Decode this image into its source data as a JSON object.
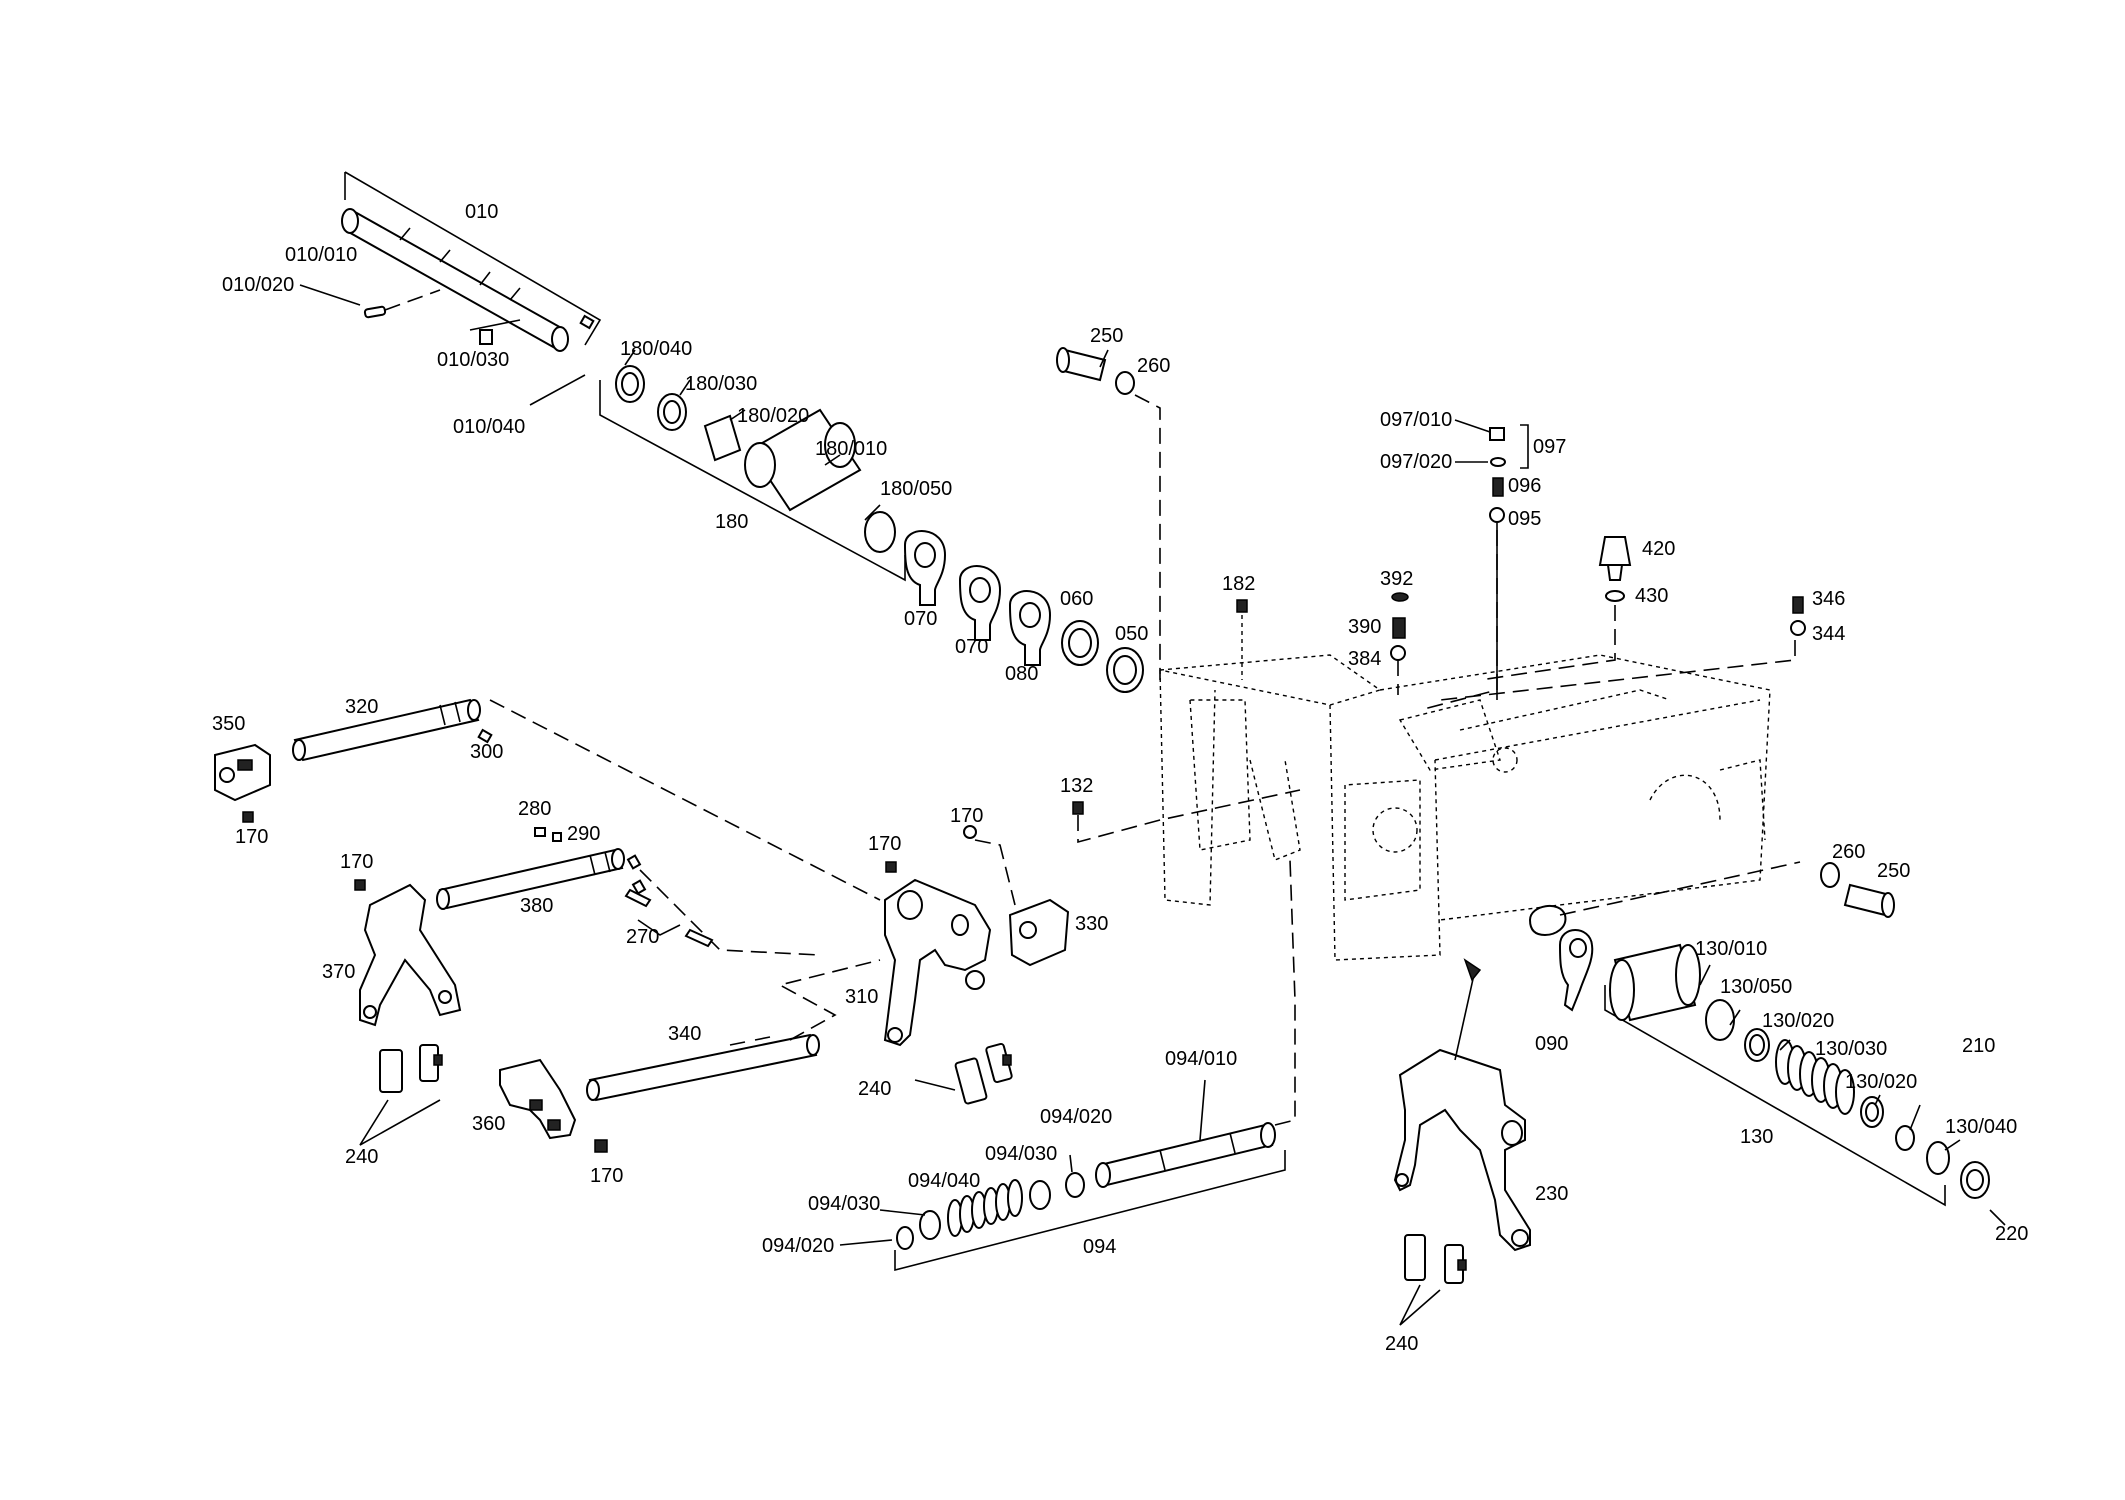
{
  "labels": {
    "l010": "010",
    "l010_010": "010/010",
    "l010_020": "010/020",
    "l010_030": "010/030",
    "l010_040": "010/040",
    "l180_040": "180/040",
    "l180_030": "180/030",
    "l180_020": "180/020",
    "l180_010": "180/010",
    "l180_050": "180/050",
    "l180": "180",
    "l070a": "070",
    "l070b": "070",
    "l080": "080",
    "l060": "060",
    "l050": "050",
    "l250a": "250",
    "l260a": "260",
    "l097_010": "097/010",
    "l097_020": "097/020",
    "l097": "097",
    "l096": "096",
    "l095": "095",
    "l420": "420",
    "l430": "430",
    "l346": "346",
    "l344": "344",
    "l182": "182",
    "l392": "392",
    "l390": "390",
    "l384": "384",
    "l132": "132",
    "l350": "350",
    "l320": "320",
    "l300": "300",
    "l170a": "170",
    "l280": "280",
    "l290": "290",
    "l170b": "170",
    "l380": "380",
    "l270": "270",
    "l370": "370",
    "l170c": "170",
    "l170d": "170",
    "l330": "330",
    "l310": "310",
    "l340": "340",
    "l240a": "240",
    "l240b": "240",
    "l360": "360",
    "l170e": "170",
    "l094_010": "094/010",
    "l094_020a": "094/020",
    "l094_030a": "094/030",
    "l094_040": "094/040",
    "l094_030b": "094/030",
    "l094_020b": "094/020",
    "l094": "094",
    "l260b": "260",
    "l250b": "250",
    "l090": "090",
    "l130_010": "130/010",
    "l130_050": "130/050",
    "l130_020a": "130/020",
    "l130_030": "130/030",
    "l130_020b": "130/020",
    "l210": "210",
    "l130_040": "130/040",
    "l130": "130",
    "l220": "220",
    "l230": "230",
    "l240c": "240"
  }
}
